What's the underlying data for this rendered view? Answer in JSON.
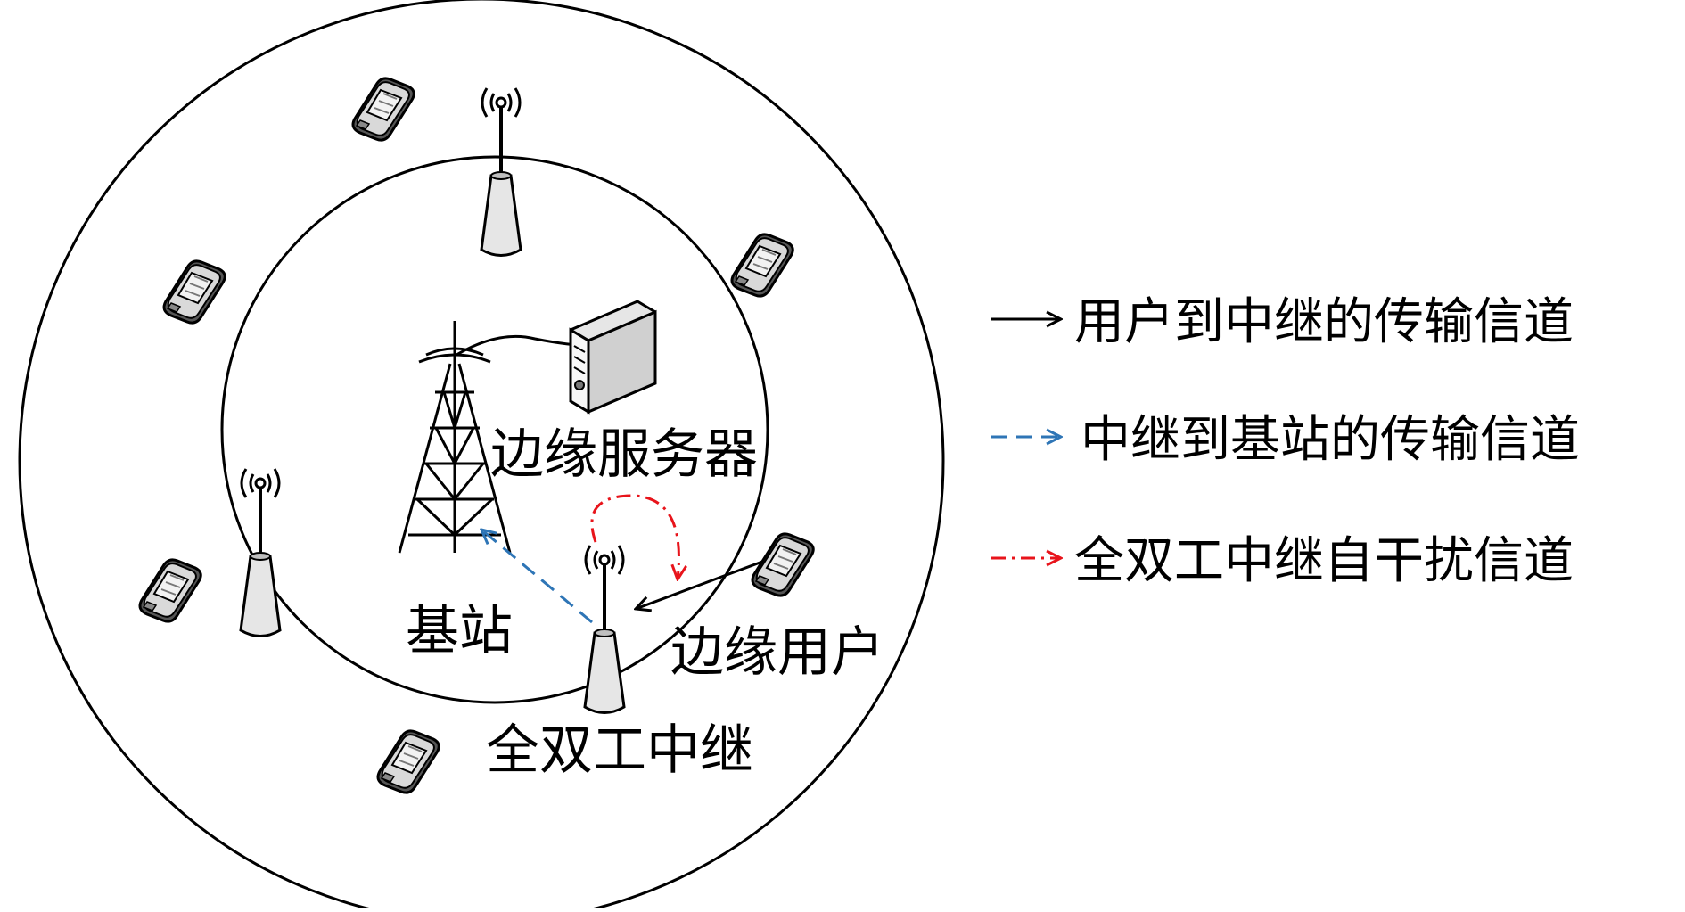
{
  "colors": {
    "background": "#ffffff",
    "stroke": "#000000",
    "relay_to_bs_arrow": "#2e75b6",
    "self_interference_arrow": "#e8141b",
    "device_fill": "#c8c8c8"
  },
  "labels": {
    "edge_server": "边缘服务器",
    "base_station": "基站",
    "edge_user": "边缘用户",
    "full_duplex_relay": "全双工中继"
  },
  "legend": {
    "items": [
      {
        "label": "用户到中继的传输信道",
        "color": "#000000",
        "line_style": "solid"
      },
      {
        "label": "中继到基站的传输信道",
        "color": "#2e75b6",
        "line_style": "dashed"
      },
      {
        "label": "全双工中继自干扰信道",
        "color": "#e8141b",
        "line_style": "dash-dot"
      }
    ]
  },
  "icons": {
    "base_station": "lattice-tower-icon",
    "server": "server-icon",
    "relay": "antenna-relay-icon",
    "user": "mobile-phone-icon"
  }
}
